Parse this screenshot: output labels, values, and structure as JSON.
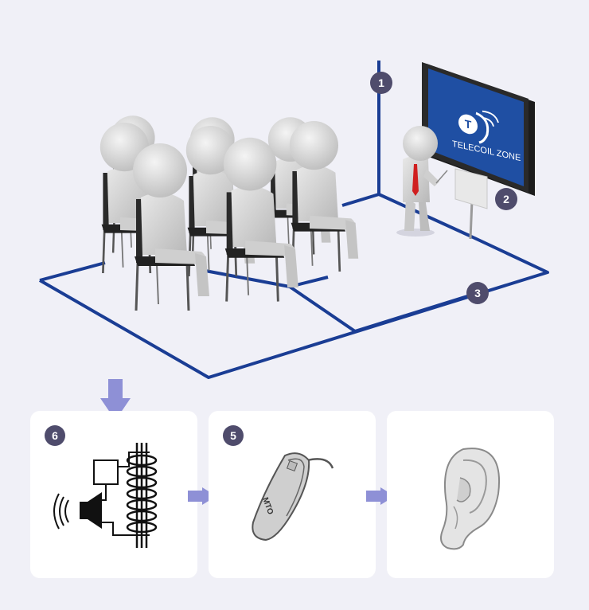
{
  "colors": {
    "background": "#f0f0f7",
    "loop_line": "#1a3d94",
    "screen_blue": "#1f4fa3",
    "badge": "#4f4c6c",
    "arrow": "#8e90d6",
    "figure": "#d9d9d9",
    "tie": "#d01f1f"
  },
  "screen": {
    "sign_title": "TELECOIL ZONE",
    "sign_letter": "T",
    "sign_icon": "ear-with-sound-waves-icon"
  },
  "badges": {
    "b1": "1",
    "b2": "2",
    "b3": "3",
    "b5": "5",
    "b6": "6"
  },
  "hearing_aid": {
    "label": "MTO"
  },
  "icons": {
    "speaker": "speaker-icon",
    "coil": "coil-icon",
    "hearing_aid": "hearing-aid-icon",
    "ear": "ear-icon",
    "arrow": "arrow-right-icon"
  }
}
